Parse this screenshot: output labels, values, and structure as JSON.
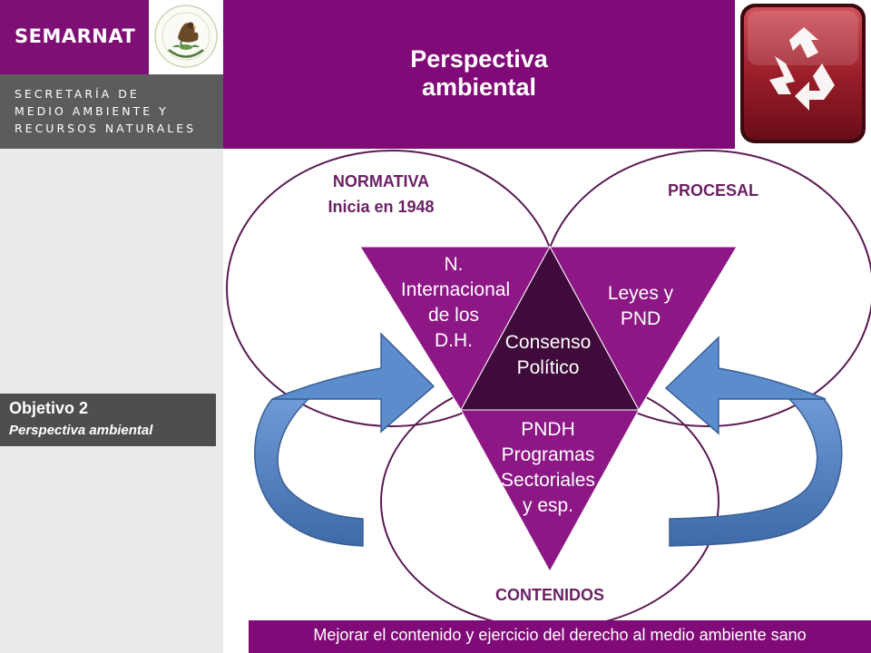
{
  "header": {
    "brand": "SEMARNAT",
    "secretaria_lines": [
      "SECRETARÍA DE",
      "MEDIO AMBIENTE Y",
      "RECURSOS NATURALES"
    ],
    "title_lines": [
      "Perspectiva",
      "ambiental"
    ]
  },
  "sidebar": {
    "objective_title": "Objetivo 2",
    "objective_subtitle": "Perspectiva ambiental"
  },
  "diagram": {
    "circles": {
      "normativa": [
        "NORMATIVA",
        "Inicia en 1948"
      ],
      "procesal": [
        "PROCESAL"
      ],
      "contenidos": [
        "CONTENIDOS"
      ]
    },
    "triangles": {
      "left": [
        "N.",
        "Internacional",
        "de los",
        "D.H."
      ],
      "right": [
        "Leyes y",
        "PND"
      ],
      "center": [
        "Consenso",
        "Político"
      ],
      "bottom": [
        "PNDH",
        "Programas",
        "Sectoriales",
        "y esp."
      ]
    }
  },
  "footer": {
    "text": "Mejorar el contenido y ejercicio del derecho al medio ambiente sano"
  },
  "colors": {
    "brand_purple": "#800a77",
    "triangle_purple": "#8c1785",
    "center_dark": "#3f0b3a",
    "circle_outline": "#5a1a52",
    "arrow_blue": "#4f7fbf",
    "gray_panel": "#5c5c5c"
  },
  "icons": [
    "mexican-seal-icon",
    "recycle-icon"
  ]
}
